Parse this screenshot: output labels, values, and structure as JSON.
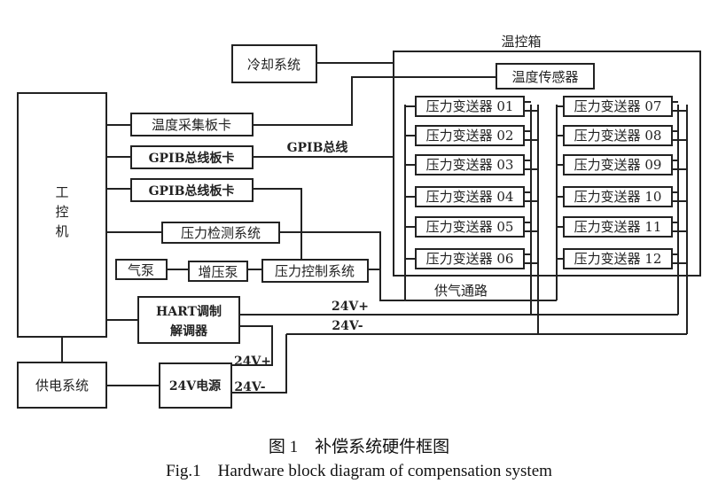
{
  "diagram": {
    "cooling": "冷却系统",
    "chamber": "温控箱",
    "temp_sensor": "温度传感器",
    "ipc": [
      "工",
      "控",
      "机"
    ],
    "temp_board": "温度采集板卡",
    "gpib_board_1": "GPIB总线板卡",
    "gpib_board_2": "GPIB总线板卡",
    "gpib_bus": "GPIB总线",
    "pressure_detect": "压力检测系统",
    "air_pump": "气泵",
    "booster_pump": "增压泵",
    "pressure_control": "压力控制系统",
    "hart": [
      "HART调制",
      "解调器"
    ],
    "power_supply_system": "供电系统",
    "power_24v": "24V电源",
    "air_path": "供气通路",
    "v_plus": "24V+",
    "v_minus": "24V-",
    "v_plus_2": "24V+",
    "v_minus_2": "24V-",
    "transmitters_left": [
      "压力变送器 01",
      "压力变送器 02",
      "压力变送器 03",
      "压力变送器 04",
      "压力变送器 05",
      "压力变送器 06"
    ],
    "transmitters_right": [
      "压力变送器 07",
      "压力变送器 08",
      "压力变送器 09",
      "压力变送器 10",
      "压力变送器 11",
      "压力变送器 12"
    ]
  },
  "caption": {
    "cn": "图 1　补偿系统硬件框图",
    "en": "Fig.1　Hardware block diagram of compensation system"
  }
}
